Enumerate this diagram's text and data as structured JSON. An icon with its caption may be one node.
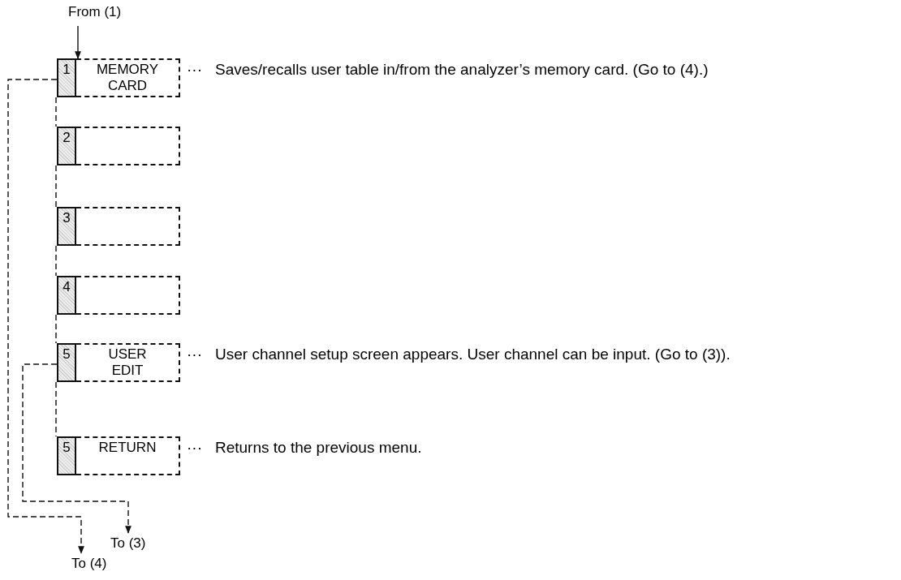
{
  "diagram": {
    "nodes": [
      {
        "text": [
          "From (1)"
        ]
      },
      {
        "text": [
          "1"
        ]
      },
      {
        "text": [
          "MEMORY CARD"
        ],
        "beside": [
          "···",
          "Saves/recalls user table in/from the analyzer’s memory card.  (Go to (4).)"
        ]
      },
      {
        "text": [
          "2"
        ]
      },
      {
        "text": [],
        "shape": "box"
      },
      {
        "text": [
          "3"
        ]
      },
      {
        "text": [],
        "shape": "box"
      },
      {
        "text": [
          "4"
        ]
      },
      {
        "text": [],
        "shape": "box"
      },
      {
        "text": [
          "5"
        ]
      },
      {
        "text": [
          "USER EDIT"
        ],
        "beside": [
          "···",
          "User channel setup screen appears.  User channel can be input. (Go to (3))."
        ]
      },
      {
        "text": [
          "5"
        ]
      },
      {
        "text": [
          "RETURN"
        ],
        "beside": [
          "···",
          "Returns to the previous menu."
        ]
      },
      {
        "text": [
          "To (3)"
        ]
      },
      {
        "text": [
          "To (4)"
        ]
      }
    ],
    "edges": [
      {
        "from": 0,
        "to": 1,
        "arrow": "to"
      },
      {
        "from": 1,
        "to": 3,
        "arrow": "none",
        "style": "dashed"
      },
      {
        "from": 3,
        "to": 5,
        "arrow": "none",
        "style": "dashed"
      },
      {
        "from": 5,
        "to": 7,
        "arrow": "none",
        "style": "dashed"
      },
      {
        "from": 7,
        "to": 9,
        "arrow": "none",
        "style": "dashed"
      },
      {
        "from": 9,
        "to": 11,
        "arrow": "none",
        "style": "dashed"
      },
      {
        "from": 1,
        "to": 14,
        "arrow": "to",
        "style": "dashed"
      },
      {
        "from": 9,
        "to": 13,
        "arrow": "to",
        "style": "dashed"
      }
    ]
  }
}
